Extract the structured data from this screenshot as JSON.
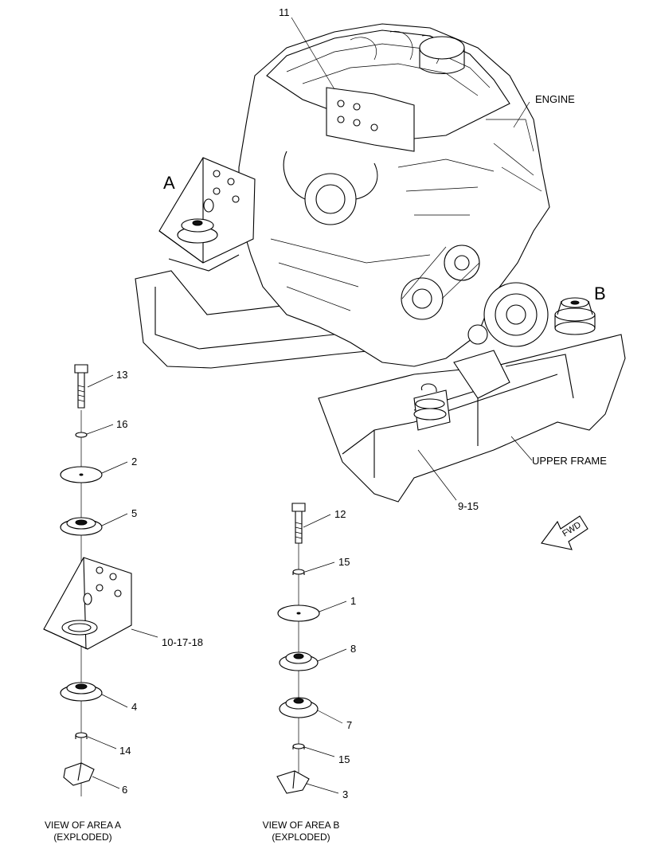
{
  "diagram": {
    "area_labels": {
      "a": "A",
      "b": "B"
    },
    "engine_label": "ENGINE",
    "upper_frame_label": "UPPER FRAME",
    "fwd_label": "FWD",
    "callouts": {
      "c11": "11",
      "c9_15": "9-15",
      "c13": "13",
      "c16": "16",
      "c2": "2",
      "c5": "5",
      "c10_17_18": "10-17-18",
      "c4": "4",
      "c14": "14",
      "c6": "6",
      "c12": "12",
      "c15a": "15",
      "c1": "1",
      "c8": "8",
      "c7": "7",
      "c15b": "15",
      "c3": "3"
    },
    "captions": {
      "view_a_line1": "VIEW OF AREA A",
      "view_a_line2": "(EXPLODED)",
      "view_b_line1": "VIEW OF AREA B",
      "view_b_line2": "(EXPLODED)"
    }
  }
}
